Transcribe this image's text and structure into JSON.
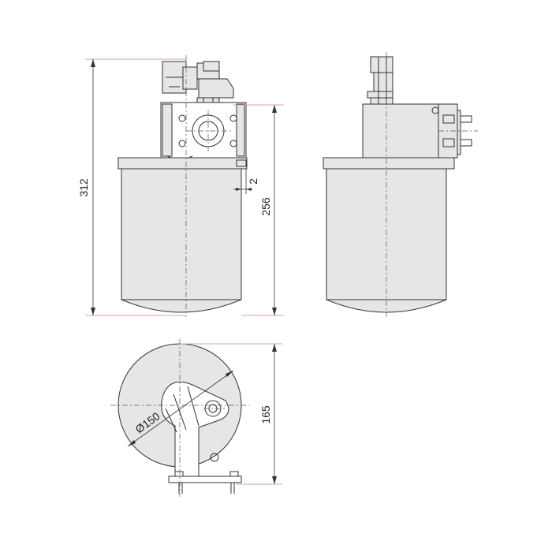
{
  "drawing": {
    "dimensions": {
      "height_total": "312",
      "height_body": "256",
      "offset": "2",
      "diameter": "Ø150",
      "depth": "165"
    }
  }
}
